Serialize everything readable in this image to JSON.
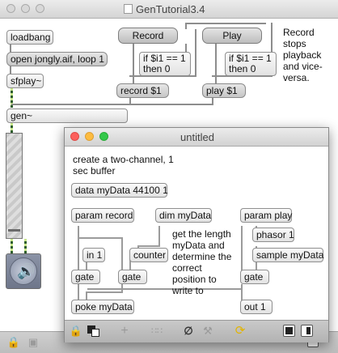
{
  "main_window": {
    "title": "GenTutorial3.4",
    "objects": {
      "loadbang": "loadbang",
      "open_msg": "open jongly.aif, loop 1",
      "sfplay": "sfplay~",
      "gen": "gen~",
      "record_button": "Record",
      "play_button": "Play",
      "if_record": "if $i1 == 1 then 0",
      "if_play": "if $i1 == 1 then 0",
      "record_msg": "record $1",
      "play_msg": "play $1"
    },
    "comment_record": "Record stops playback and vice-versa."
  },
  "child_window": {
    "title": "untitled",
    "comment_buffer": "create a two-channel, 1 sec buffer",
    "comment_length": "get the length myData and determine the correct position to write to",
    "objects": {
      "data": "data myData 44100 1",
      "param_record": "param record",
      "dim": "dim myData",
      "param_play": "param play",
      "phasor": "phasor 1",
      "sample": "sample myData",
      "in1": "in 1",
      "counter": "counter",
      "gate1": "gate",
      "gate2": "gate",
      "gate3": "gate",
      "poke": "poke myData",
      "out1": "out 1"
    },
    "toolbar_icons": [
      "lock-icon",
      "presentation-icon",
      "add-icon",
      "grid-icon",
      "mute-icon",
      "wrench-icon",
      "refresh-icon",
      "window-left-icon",
      "window-right-icon"
    ],
    "colors": {
      "refresh_icon": "#e2b400"
    }
  }
}
